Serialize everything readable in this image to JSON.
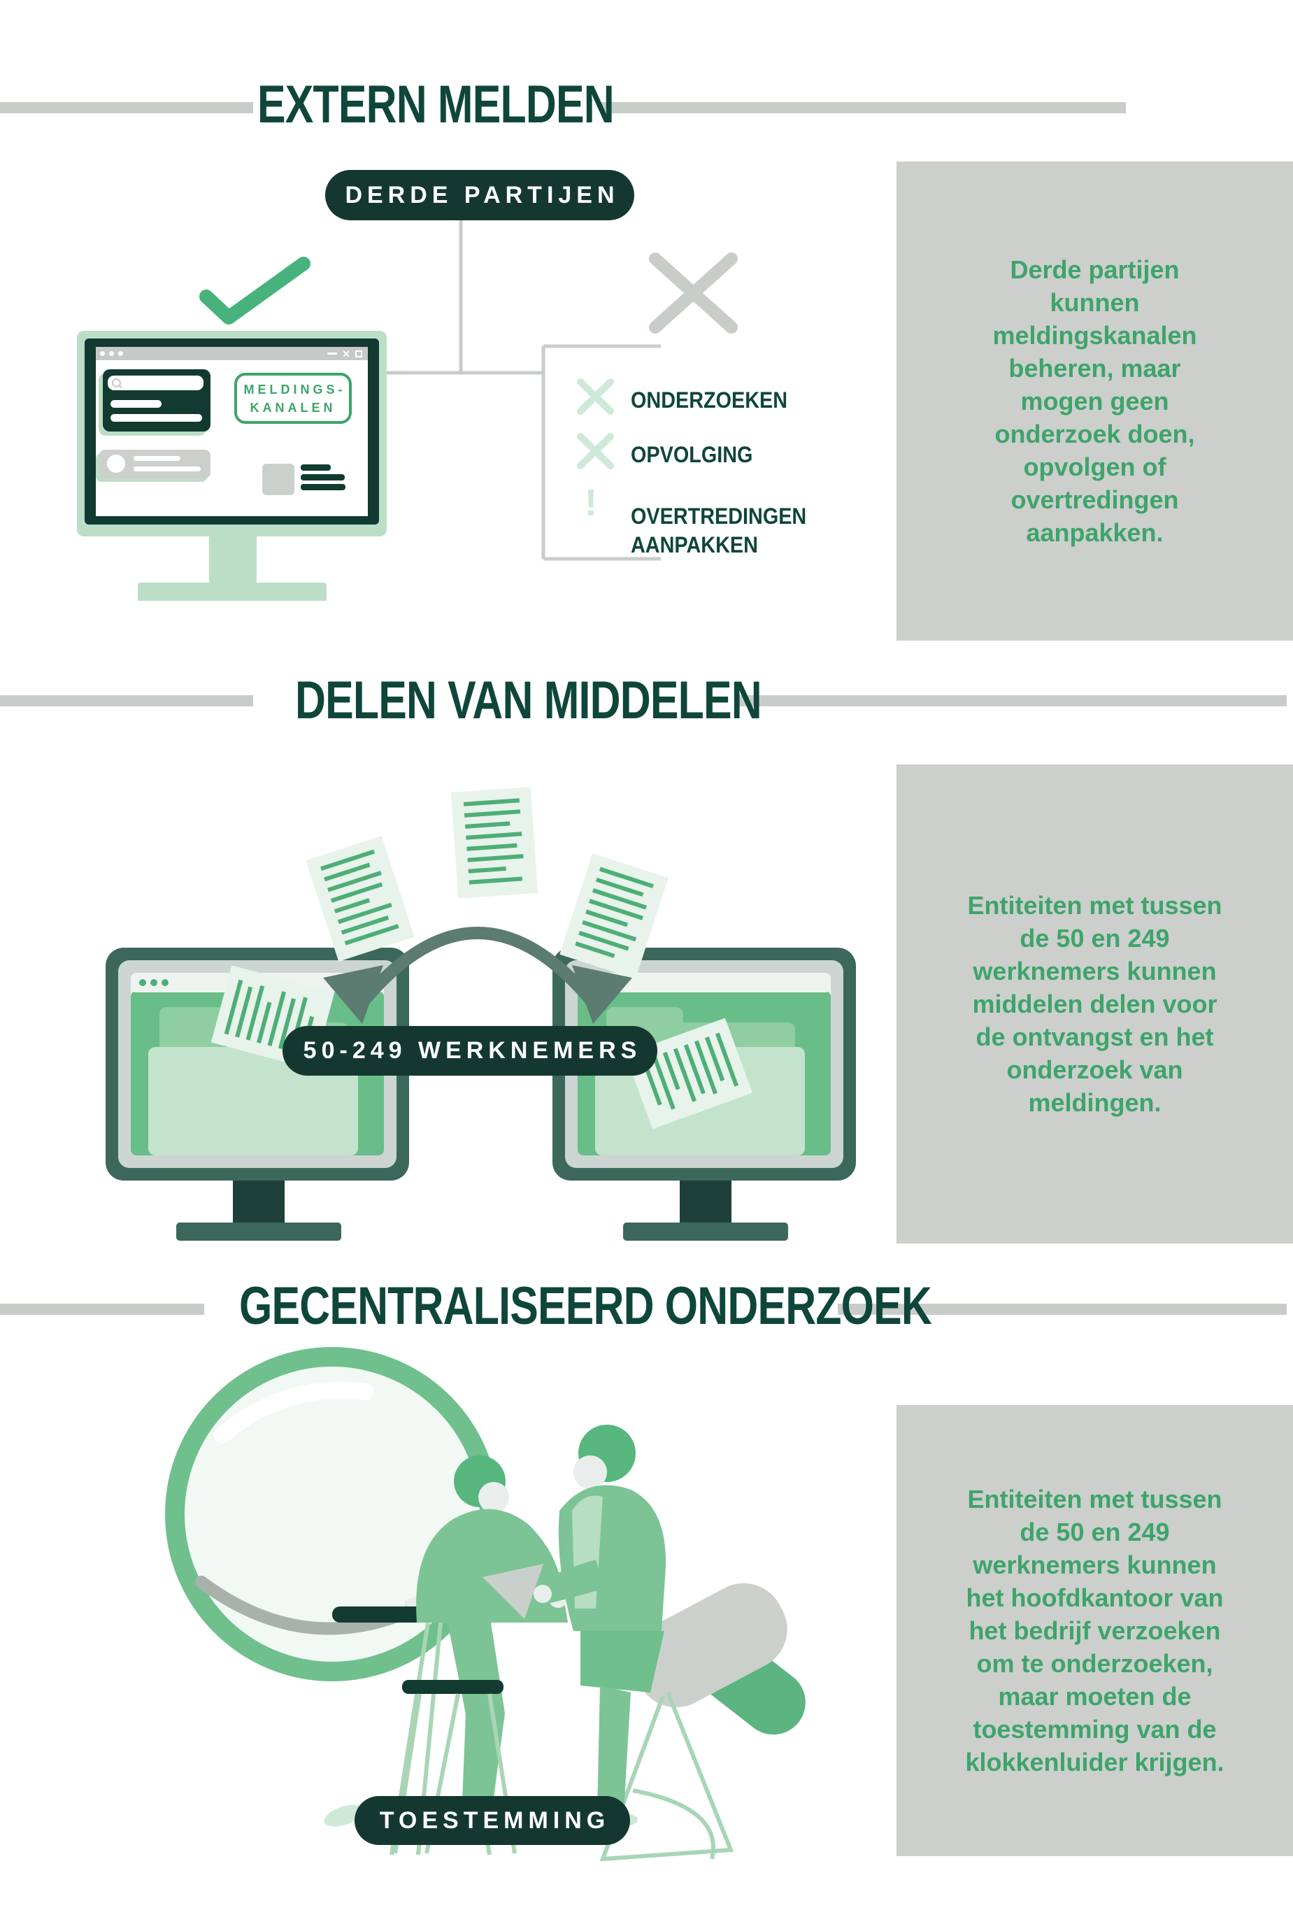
{
  "colors": {
    "title": "#0f463a",
    "pill_bg": "#143830",
    "note_bg": "#cccfcc",
    "note_text": "#3ea46b",
    "line_gray": "#c9cdc9",
    "accent_green": "#47b27b",
    "light_green": "#cfe9d8",
    "monitor_green": "#69bd88"
  },
  "sections": {
    "extern_melden": {
      "title": "EXTERN MELDEN",
      "pill": "DERDE PARTIJEN",
      "monitor_badge": "MELDINGS-\nKANALEN",
      "restrictions": [
        {
          "icon": "x-icon",
          "label": "ONDERZOEKEN"
        },
        {
          "icon": "x-icon",
          "label": "OPVOLGING"
        },
        {
          "icon": "exclamation-icon",
          "label": "OVERTREDINGEN\nAANPAKKEN"
        }
      ],
      "note": "Derde partijen\nkunnen\nmeldingskanalen\nbeheren, maar\nmogen geen\nonderzoek doen,\nopvolgen of\novertredingen\naanpakken."
    },
    "delen_van_middelen": {
      "title": "DELEN VAN MIDDELEN",
      "pill": "50-249 WERKNEMERS",
      "note": "Entiteiten met tussen\nde 50 en 249\nwerknemers kunnen\nmiddelen delen voor\nde ontvangst en het\nonderzoek van\nmeldingen."
    },
    "gecentraliseerd_onderzoek": {
      "title": "GECENTRALISEERD ONDERZOEK",
      "pill": "TOESTEMMING",
      "note": "Entiteiten met tussen\nde 50 en 249\nwerknemers kunnen\nhet hoofdkantoor van\nhet bedrijf verzoeken\nom te onderzoeken,\nmaar moeten de\ntoestemming van de\nklokkenluider krijgen."
    }
  }
}
